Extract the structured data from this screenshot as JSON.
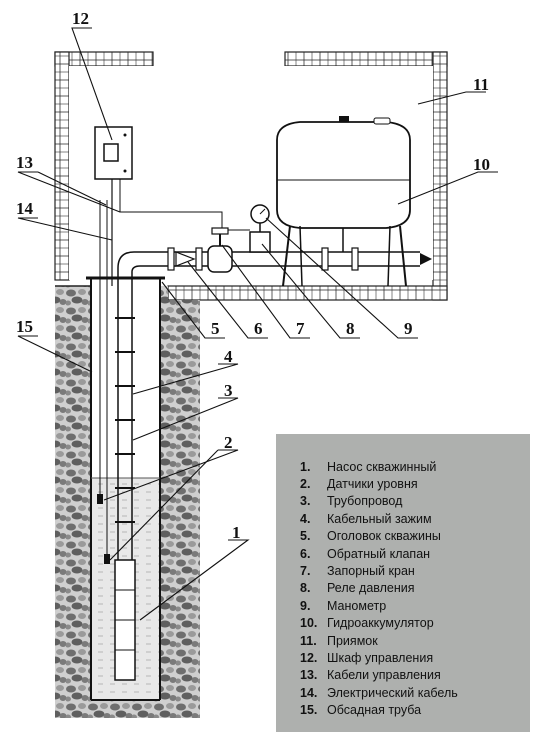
{
  "callouts": {
    "c1": "1",
    "c2": "2",
    "c3": "3",
    "c4": "4",
    "c5": "5",
    "c6": "6",
    "c7": "7",
    "c8": "8",
    "c9": "9",
    "c10": "10",
    "c11": "11",
    "c12": "12",
    "c13": "13",
    "c14": "14",
    "c15": "15"
  },
  "legend": {
    "items": [
      {
        "num": "1.",
        "label": "Насос скважинный"
      },
      {
        "num": "2.",
        "label": "Датчики уровня"
      },
      {
        "num": "3.",
        "label": "Трубопровод"
      },
      {
        "num": "4.",
        "label": "Кабельный зажим"
      },
      {
        "num": "5.",
        "label": "Оголовок скважины"
      },
      {
        "num": "6.",
        "label": "Обратный клапан"
      },
      {
        "num": "7.",
        "label": "Запорный кран"
      },
      {
        "num": "8.",
        "label": "Реле давления"
      },
      {
        "num": "9.",
        "label": "Манометр"
      },
      {
        "num": "10.",
        "label": "Гидроаккумулятор"
      },
      {
        "num": "11.",
        "label": "Приямок"
      },
      {
        "num": "12.",
        "label": "Шкаф управления"
      },
      {
        "num": "13.",
        "label": "Кабели управления"
      },
      {
        "num": "14.",
        "label": "Электрический кабель"
      },
      {
        "num": "15.",
        "label": "Обсадная труба"
      }
    ]
  },
  "colors": {
    "line": "#111111",
    "legend_bg": "#aeb0ae",
    "soil": "#8a8a8a",
    "water": "#e6e6e6"
  }
}
